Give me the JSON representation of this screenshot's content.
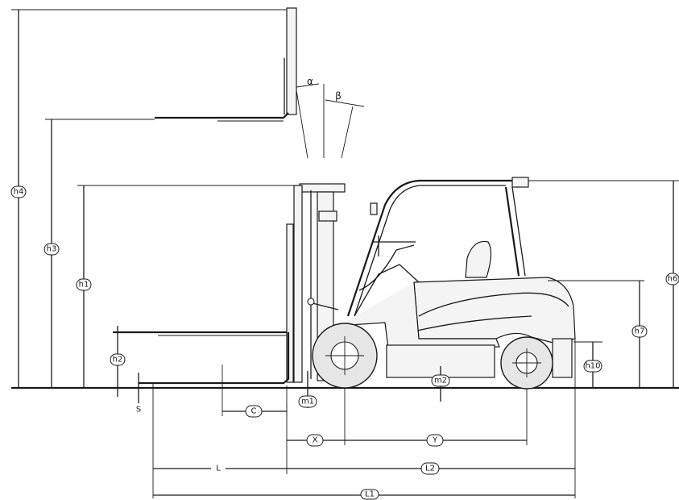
{
  "labels": {
    "h4": "h4",
    "h3": "h3",
    "h1": "h1",
    "h2": "h2",
    "h6": "h6",
    "h7": "h7",
    "h10": "h10",
    "s": "S",
    "c": "C",
    "m1": "m1",
    "m2": "m2",
    "x": "X",
    "y": "Y",
    "l": "L",
    "l2": "L2",
    "l1": "L1",
    "alpha": "α",
    "beta": "β"
  },
  "colors": {
    "line": "#1a1a1a",
    "background": "#ffffff",
    "body": "#f4f4f4",
    "tire": "#e6e6e6"
  }
}
